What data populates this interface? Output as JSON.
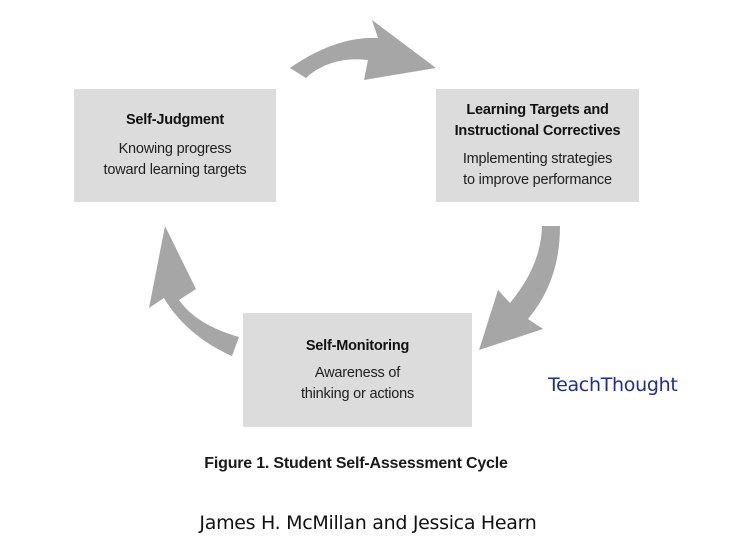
{
  "nodes": {
    "self_judgment": {
      "title": "Self-Judgment",
      "desc_line1": "Knowing progress",
      "desc_line2": "toward learning targets"
    },
    "learning_targets": {
      "title_line1": "Learning Targets and",
      "title_line2": "Instructional Correctives",
      "desc_line1": "Implementing strategies",
      "desc_line2": "to improve performance"
    },
    "self_monitoring": {
      "title": "Self-Monitoring",
      "desc_line1": "Awareness of",
      "desc_line2": "thinking or actions"
    }
  },
  "caption": "Figure 1. Student Self-Assessment Cycle",
  "authors": "James H. McMillan and Jessica Hearn",
  "watermark": "TeachThought",
  "colors": {
    "box_fill": "#dcdcdc",
    "arrow_fill": "#a6a6a6",
    "watermark": "#1e2d9a",
    "text": "#1a1a1a"
  },
  "icons": {
    "arrow_top": "curved-arrow-right-icon",
    "arrow_right": "curved-arrow-down-left-icon",
    "arrow_left": "curved-arrow-up-icon"
  }
}
